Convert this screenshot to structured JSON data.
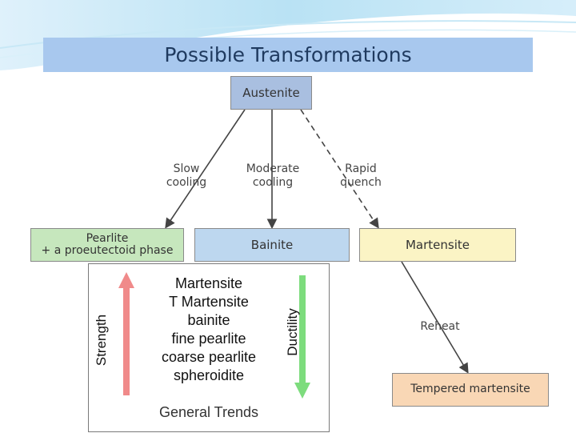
{
  "title": "Possible Transformations",
  "boxes": {
    "austenite": "Austenite",
    "pearlite_line1": "Pearlite",
    "pearlite_line2": "+ a proeutectoid phase",
    "bainite": "Bainite",
    "martensite": "Martensite",
    "tempered": "Tempered martensite"
  },
  "paths": {
    "slow_line1": "Slow",
    "slow_line2": "cooling",
    "moderate_line1": "Moderate",
    "moderate_line2": "cooling",
    "rapid_line1": "Rapid",
    "rapid_line2": "quench",
    "reheat": "Reheat"
  },
  "trends": {
    "items": [
      "Martensite",
      "T Martensite",
      "bainite",
      "fine pearlite",
      "coarse pearlite",
      "spheroidite"
    ],
    "strength_label": "Strength",
    "ductility_label": "Ductility",
    "caption": "General Trends"
  },
  "colors": {
    "title_bar": "#a8c8ee",
    "austenite": "#a9bfe0",
    "pearlite": "#c6e7bd",
    "bainite": "#bdd7ef",
    "martensite": "#fbf4c5",
    "tempered": "#f9d7b5",
    "strength_arrow": "#f08a8a",
    "ductility_arrow": "#7ddc7d"
  }
}
